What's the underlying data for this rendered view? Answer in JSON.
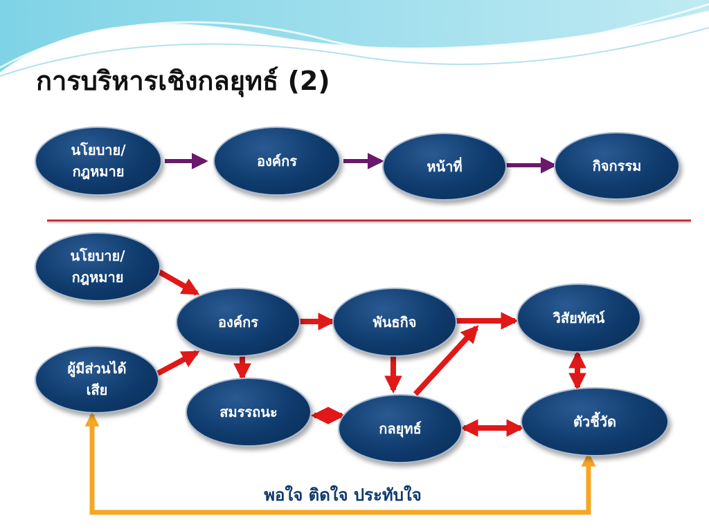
{
  "slide": {
    "title": "การบริหารเชิงกลยุทธ์ (2)",
    "footer_caption": "พอใจ ติดใจ ประทับใจ"
  },
  "top_flow": {
    "nodes": [
      {
        "id": "policy",
        "line1": "นโยบาย/",
        "line2": "กฎหมาย"
      },
      {
        "id": "organization",
        "line1": "องค์กร",
        "line2": ""
      },
      {
        "id": "duty",
        "line1": "หน้าที่",
        "line2": ""
      },
      {
        "id": "activity",
        "line1": "กิจกรรม",
        "line2": ""
      }
    ]
  },
  "bottom_flow": {
    "nodes": [
      {
        "id": "policy",
        "line1": "นโยบาย/",
        "line2": "กฎหมาย"
      },
      {
        "id": "stakeholders",
        "line1": "ผู้มีส่วนได้",
        "line2": "เสีย"
      },
      {
        "id": "organization",
        "line1": "องค์กร",
        "line2": ""
      },
      {
        "id": "mission",
        "line1": "พันธกิจ",
        "line2": ""
      },
      {
        "id": "vision",
        "line1": "วิสัยทัศน์",
        "line2": ""
      },
      {
        "id": "competency",
        "line1": "สมรรถนะ",
        "line2": ""
      },
      {
        "id": "strategy",
        "line1": "กลยุทธ์",
        "line2": ""
      },
      {
        "id": "indicator",
        "line1": "ตัวชี้วัด",
        "line2": ""
      }
    ]
  },
  "colors": {
    "node_fill": "#0e3a6c",
    "top_arrow": "#6a1a6a",
    "flow_arrow": "#e01818",
    "feedback_arrow": "#f5a623",
    "divider": "#c0272d",
    "caption": "#103a6c"
  }
}
